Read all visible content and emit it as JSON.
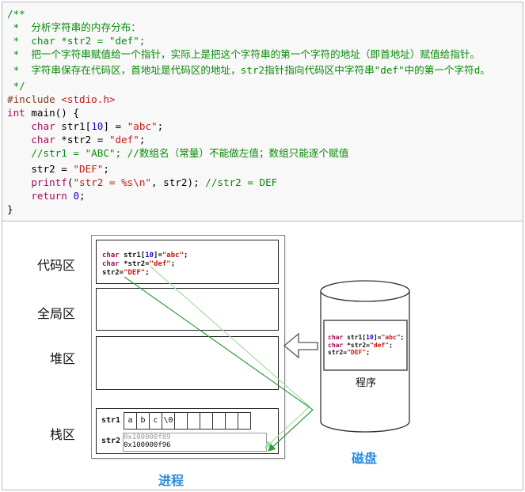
{
  "code": {
    "comment_lines": [
      "/**",
      " *  分析字符串的内存分布：",
      " *  char *str2 = \"def\";",
      " *  把一个字符串赋值给一个指针，实际上是把这个字符串的第一个字符的地址（即首地址）赋值给指针。",
      " *  字符串保存在代码区，首地址是代码区的地址，str2指针指向代码区中字符串\"def\"中的第一个字符d。",
      " */"
    ],
    "include_kw": "#include",
    "include_hdr": "<stdio.h>",
    "main_kw": "int",
    "main_rest": " main() {",
    "l1": {
      "kw": "char",
      "a": " str1[",
      "num": "10",
      "b": "] = ",
      "str": "\"abc\"",
      "c": ";"
    },
    "l2": {
      "kw": "char",
      "a": " *str2 = ",
      "str": "\"def\"",
      "c": ";"
    },
    "l3": "//str1 = \"ABC\"; //数组名（常量）不能做左值；数组只能逐个赋值",
    "l4": {
      "a": "str2 = ",
      "str": "\"DEF\"",
      "c": ";"
    },
    "l5": {
      "fn": "printf",
      "a": "(",
      "str": "\"str2 = %s\\n\"",
      "b": ", str2); ",
      "cm": "//str2 = DEF"
    },
    "l6": {
      "kw": "return",
      "a": " ",
      "num": "0",
      "c": ";"
    },
    "close": "}"
  },
  "diagram": {
    "labels": {
      "code": "代码区",
      "global": "全局区",
      "heap": "堆区",
      "stack": "栈区"
    },
    "process_caption": "进程",
    "disk_caption": "磁盘",
    "program_label": "程序",
    "code_snippet": {
      "l1": {
        "kw": "char",
        "a": " str1[",
        "num": "10",
        "b": "]=",
        "str": "\"abc\"",
        "c": ";"
      },
      "l2": {
        "kw": "char",
        "a": " *str2=",
        "str": "\"def\"",
        "c": ";"
      },
      "l3": {
        "a": "str2=",
        "str": "\"DEF\"",
        "c": ";"
      }
    },
    "stack": {
      "str1_label": "str1",
      "str1_cells": [
        "a",
        "b",
        "c",
        "\\0",
        "",
        "",
        "",
        "",
        "",
        ""
      ],
      "str2_label": "str2",
      "str2_old": "0x100000f89",
      "str2_new": "0x100000f96"
    },
    "colors": {
      "arrow_green": "#2e9e3a",
      "arrow_light": "#a8dca8",
      "caption_blue": "#2b8de0"
    }
  }
}
